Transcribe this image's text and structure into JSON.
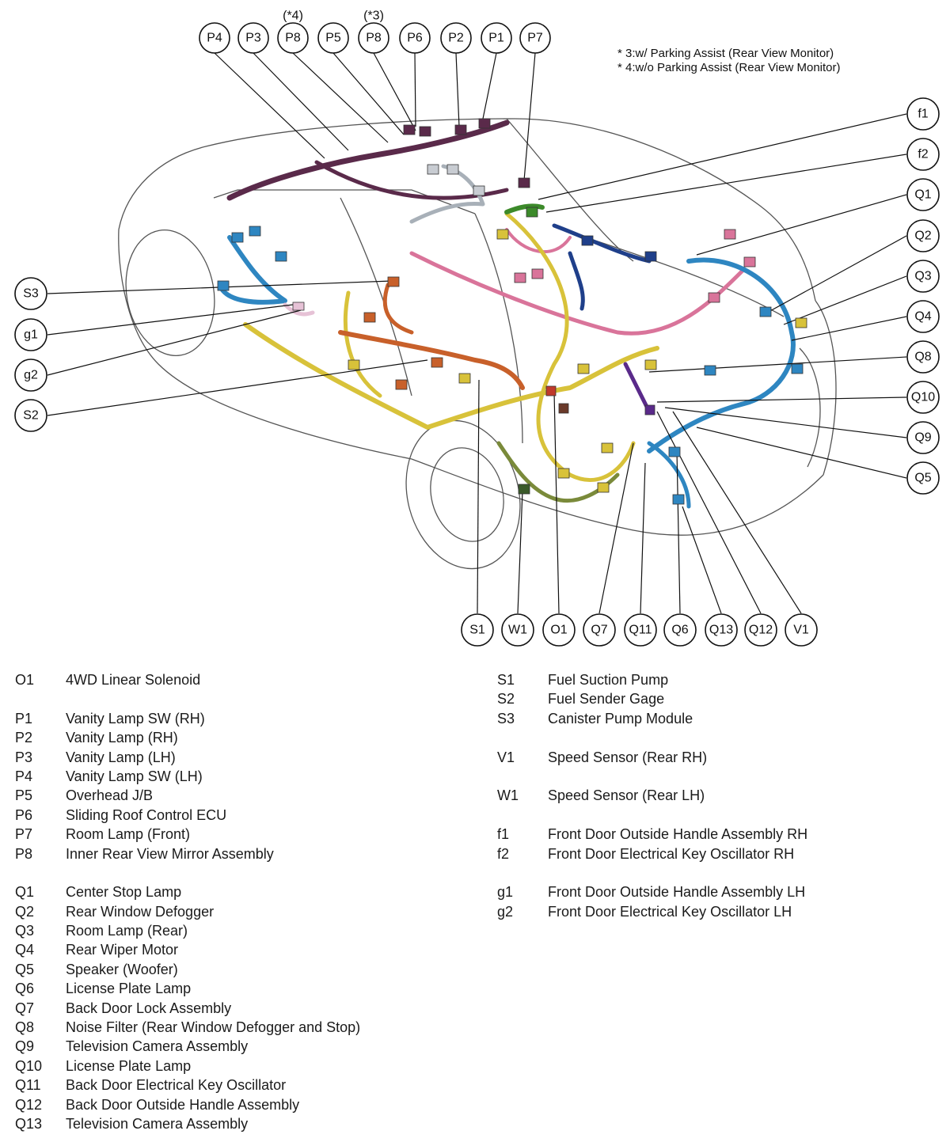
{
  "notes": [
    "* 3:w/ Parking Assist (Rear View Monitor)",
    "* 4:w/o Parking Assist (Rear View Monitor)"
  ],
  "callouts": {
    "top": [
      {
        "id": "P4",
        "star": ""
      },
      {
        "id": "P3",
        "star": ""
      },
      {
        "id": "P8",
        "star": "(*4)"
      },
      {
        "id": "P5",
        "star": ""
      },
      {
        "id": "P8",
        "star": "(*3)"
      },
      {
        "id": "P6",
        "star": ""
      },
      {
        "id": "P2",
        "star": ""
      },
      {
        "id": "P1",
        "star": ""
      },
      {
        "id": "P7",
        "star": ""
      }
    ],
    "left": [
      "S3",
      "g1",
      "g2",
      "S2"
    ],
    "right": [
      "f1",
      "f2",
      "Q1",
      "Q2",
      "Q3",
      "Q4",
      "Q8",
      "Q10",
      "Q9",
      "Q5"
    ],
    "bottom": [
      "S1",
      "W1",
      "O1",
      "Q7",
      "Q11",
      "Q6",
      "Q13",
      "Q12",
      "V1"
    ]
  },
  "legend": {
    "left": [
      [
        {
          "code": "O1",
          "name": "4WD Linear Solenoid"
        }
      ],
      [
        {
          "code": "P1",
          "name": "Vanity Lamp SW (RH)"
        },
        {
          "code": "P2",
          "name": "Vanity Lamp (RH)"
        },
        {
          "code": "P3",
          "name": "Vanity Lamp (LH)"
        },
        {
          "code": "P4",
          "name": "Vanity Lamp SW (LH)"
        },
        {
          "code": "P5",
          "name": "Overhead J/B"
        },
        {
          "code": "P6",
          "name": "Sliding Roof Control ECU"
        },
        {
          "code": "P7",
          "name": "Room Lamp (Front)"
        },
        {
          "code": "P8",
          "name": "Inner Rear View Mirror Assembly"
        }
      ],
      [
        {
          "code": "Q1",
          "name": "Center Stop Lamp"
        },
        {
          "code": "Q2",
          "name": "Rear Window Defogger"
        },
        {
          "code": "Q3",
          "name": "Room Lamp (Rear)"
        },
        {
          "code": "Q4",
          "name": "Rear Wiper Motor"
        },
        {
          "code": "Q5",
          "name": "Speaker (Woofer)"
        },
        {
          "code": "Q6",
          "name": "License Plate Lamp"
        },
        {
          "code": "Q7",
          "name": "Back Door Lock Assembly"
        },
        {
          "code": "Q8",
          "name": "Noise Filter (Rear Window Defogger and Stop)"
        },
        {
          "code": "Q9",
          "name": "Television Camera Assembly"
        },
        {
          "code": "Q10",
          "name": "License Plate Lamp"
        },
        {
          "code": "Q11",
          "name": "Back Door Electrical Key Oscillator"
        },
        {
          "code": "Q12",
          "name": "Back Door Outside Handle Assembly"
        },
        {
          "code": "Q13",
          "name": "Television Camera Assembly"
        }
      ]
    ],
    "right": [
      [
        {
          "code": "S1",
          "name": "Fuel Suction Pump"
        },
        {
          "code": "S2",
          "name": "Fuel Sender Gage"
        },
        {
          "code": "S3",
          "name": "Canister Pump Module"
        }
      ],
      [
        {
          "code": "V1",
          "name": "Speed Sensor (Rear RH)"
        }
      ],
      [
        {
          "code": "W1",
          "name": "Speed Sensor (Rear LH)"
        }
      ],
      [
        {
          "code": "f1",
          "name": "Front Door Outside Handle Assembly RH"
        },
        {
          "code": "f2",
          "name": "Front Door Electrical Key Oscillator RH"
        }
      ],
      [
        {
          "code": "g1",
          "name": "Front Door Outside Handle Assembly LH"
        },
        {
          "code": "g2",
          "name": "Front Door Electrical Key Oscillator LH"
        }
      ]
    ]
  },
  "harness_colors": {
    "roof": "#5a2a4a",
    "pink": "#d9749a",
    "yellow": "#d8c23a",
    "blue": "#2e86c1",
    "orange": "#c8602a",
    "navy": "#1f3f8a",
    "green": "#3c8a2a",
    "olive": "#7a8a3a",
    "purple": "#5a2a8a",
    "grey": "#a8b0b8",
    "lightpink": "#e6c2d6"
  }
}
